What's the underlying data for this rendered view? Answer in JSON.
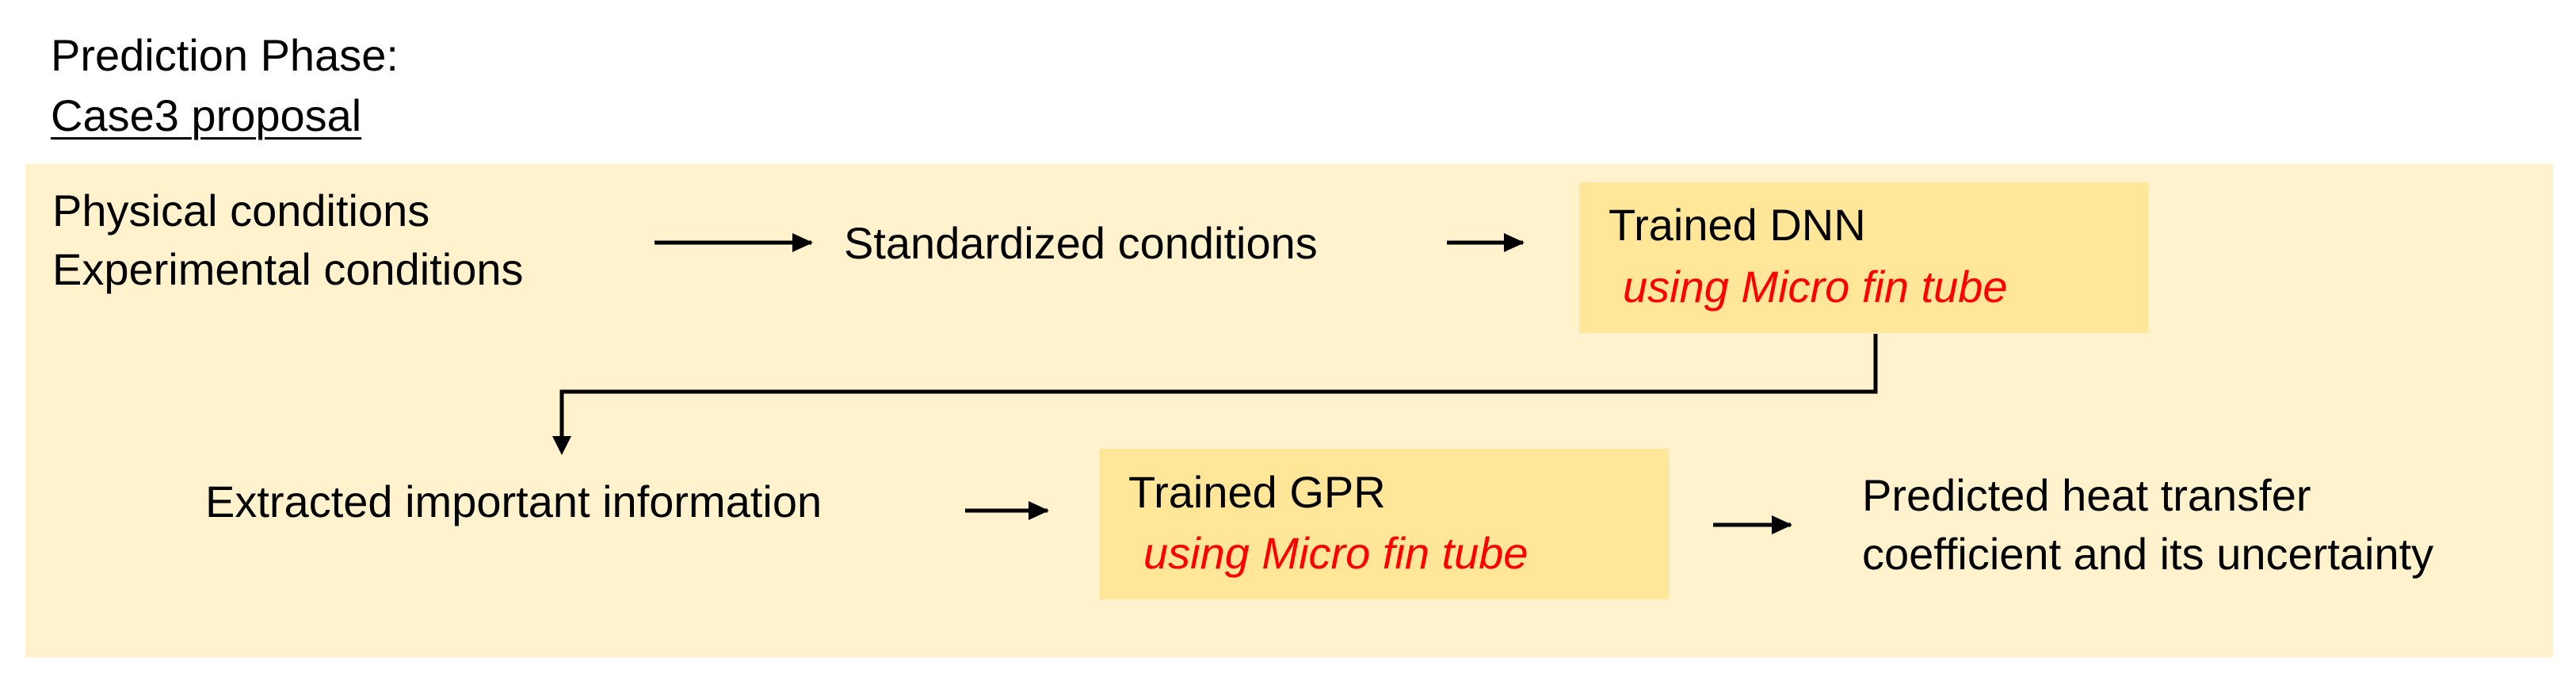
{
  "header": {
    "title": "Prediction Phase:",
    "subtitle": "Case3 proposal"
  },
  "nodes": {
    "inputs": {
      "line1": "Physical conditions",
      "line2": "Experimental conditions"
    },
    "standardized": "Standardized conditions",
    "dnn": {
      "label": "Trained DNN",
      "detail": "using Micro fin tube"
    },
    "extracted": "Extracted important information",
    "gpr": {
      "label": "Trained GPR",
      "detail": "using Micro fin tube"
    },
    "output": {
      "line1": "Predicted heat transfer",
      "line2": "coefficient and its uncertainty"
    }
  },
  "colors": {
    "panel_bg": "#fff2cc",
    "box_bg": "#ffe699",
    "highlight_text": "#ff0000",
    "text": "#000000"
  }
}
